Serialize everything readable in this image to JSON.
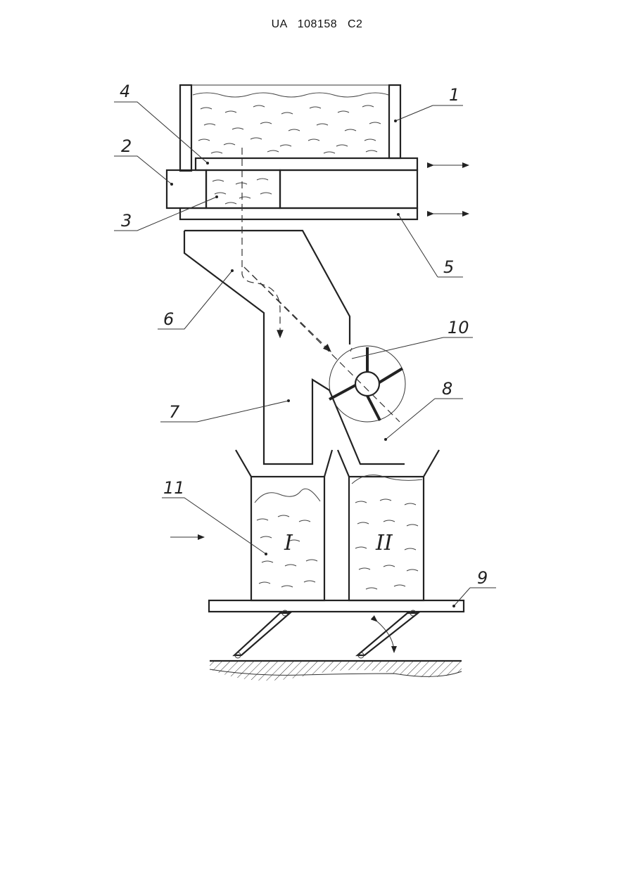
{
  "header": {
    "doc_number": "UA   108158   C2"
  },
  "labels": {
    "l1": "1",
    "l2": "2",
    "l3": "3",
    "l4": "4",
    "l5": "5",
    "l6": "6",
    "l7": "7",
    "l8": "8",
    "l9": "9",
    "l10": "10",
    "l11": "11",
    "roman_1": "I",
    "roman_2": "II"
  }
}
